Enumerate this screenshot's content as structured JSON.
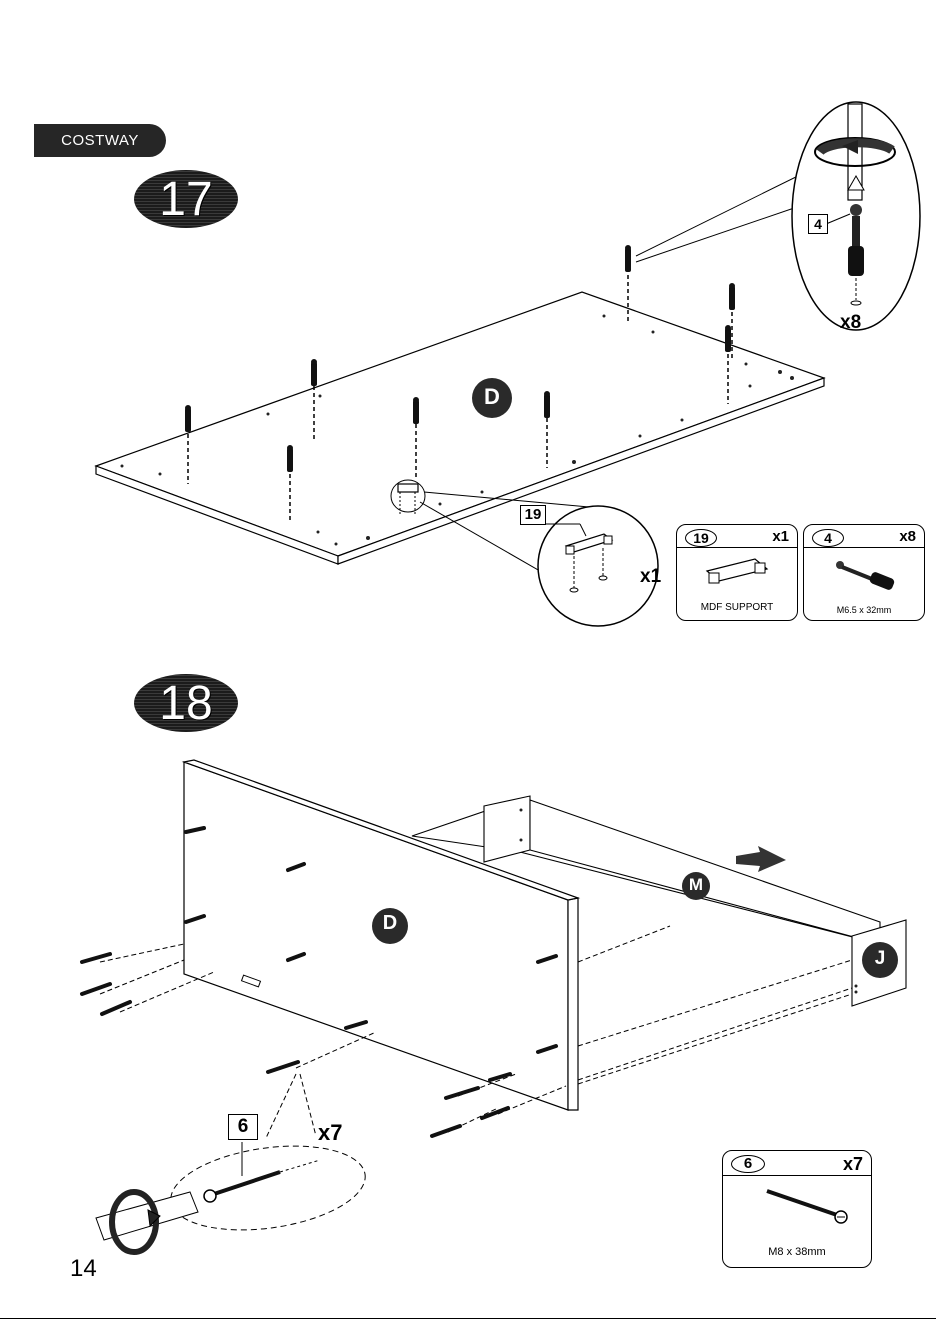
{
  "brand": "COSTWAY",
  "page_number": "14",
  "step17": {
    "step_number": "17",
    "panel_label": "D",
    "callout_cam_label": "4",
    "callout_cam_qty": "x8",
    "callout_support_label": "19",
    "callout_support_qty": "x1",
    "parts": [
      {
        "number": "19",
        "qty": "x1",
        "name": "MDF SUPPORT"
      },
      {
        "number": "4",
        "qty": "x8",
        "name": "M6.5 x 32mm"
      }
    ]
  },
  "step18": {
    "step_number": "18",
    "panel_d_label": "D",
    "panel_m_label": "M",
    "panel_j_label": "J",
    "screw_label": "6",
    "screw_qty": "x7",
    "part": {
      "number": "6",
      "qty": "x7",
      "name": "M8 x 38mm"
    }
  }
}
